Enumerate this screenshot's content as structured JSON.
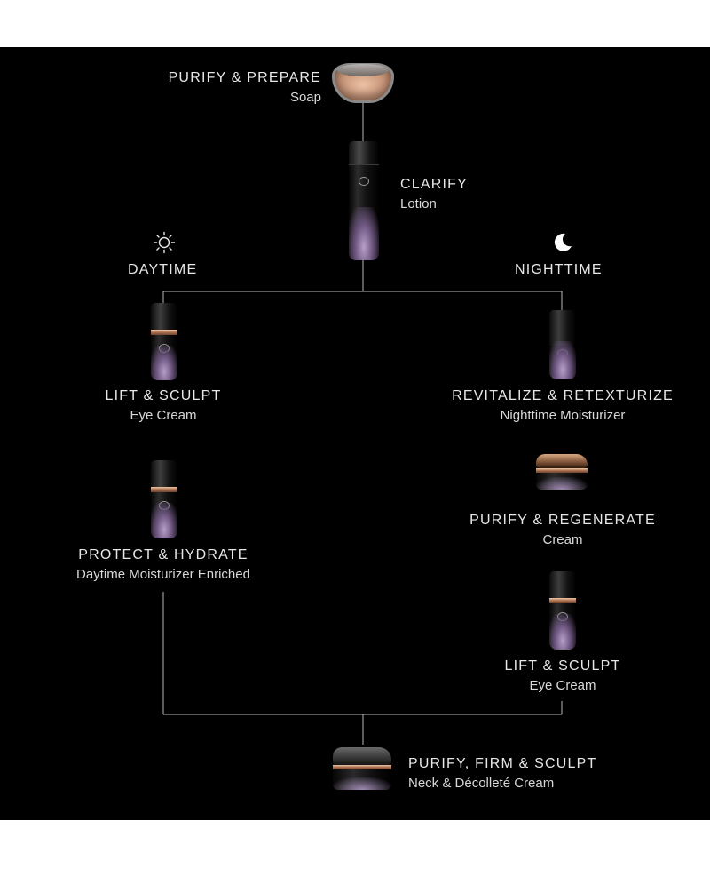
{
  "steps": {
    "soap": {
      "title": "PURIFY & PREPARE",
      "subtitle": "Soap"
    },
    "lotion": {
      "title": "CLARIFY",
      "subtitle": "Lotion"
    },
    "day_eye": {
      "title": "LIFT & SCULPT",
      "subtitle": "Eye Cream"
    },
    "day_moist": {
      "title": "PROTECT & HYDRATE",
      "subtitle": "Daytime Moisturizer Enriched"
    },
    "night_moist": {
      "title": "REVITALIZE & RETEXTURIZE",
      "subtitle": "Nighttime Moisturizer"
    },
    "night_cream": {
      "title": "PURIFY & REGENERATE",
      "subtitle": "Cream"
    },
    "night_eye": {
      "title": "LIFT & SCULPT",
      "subtitle": "Eye Cream"
    },
    "neck": {
      "title": "PURIFY, FIRM & SCULPT",
      "subtitle": "Neck & Décolleté Cream"
    }
  },
  "phases": {
    "day": {
      "label": "DAYTIME",
      "icon": "sun-icon"
    },
    "night": {
      "label": "NIGHTTIME",
      "icon": "moon-icon"
    }
  },
  "colors": {
    "background": "#000000",
    "text": "#e7e7e7",
    "connector": "#b9b9b9",
    "accent_gold": "#c99578",
    "accent_purple": "#8d74a3"
  }
}
